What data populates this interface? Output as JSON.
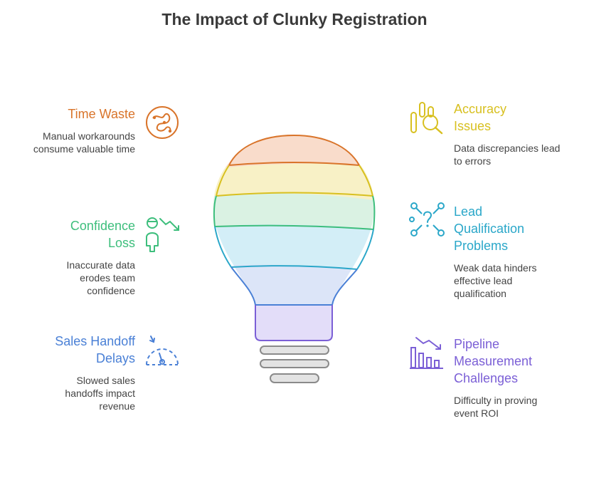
{
  "title": "The Impact of Clunky Registration",
  "colors": {
    "time_waste": "#D9742A",
    "accuracy": "#D8C020",
    "confidence": "#3DBE7C",
    "lead": "#2AA7C9",
    "sales": "#4A80D6",
    "pipeline": "#7B5FD6"
  },
  "items": {
    "time_waste": {
      "heading": "Time Waste",
      "description": "Manual workarounds consume valuable time",
      "icon": "tangled-path-icon"
    },
    "accuracy": {
      "heading": "Accuracy Issues",
      "description": "Data discrepancies lead to errors",
      "icon": "magnifier-chart-icon"
    },
    "confidence": {
      "heading": "Confidence Loss",
      "description": "Inaccurate data erodes team confidence",
      "icon": "person-decline-icon"
    },
    "lead": {
      "heading": "Lead Qualification Problems",
      "description": "Weak data hinders effective lead qualification",
      "icon": "question-network-icon"
    },
    "sales": {
      "heading": "Sales Handoff Delays",
      "description": "Slowed sales handoffs impact revenue",
      "icon": "gauge-icon"
    },
    "pipeline": {
      "heading": "Pipeline Measurement Challenges",
      "description": "Difficulty in proving event ROI",
      "icon": "declining-bars-icon"
    }
  }
}
